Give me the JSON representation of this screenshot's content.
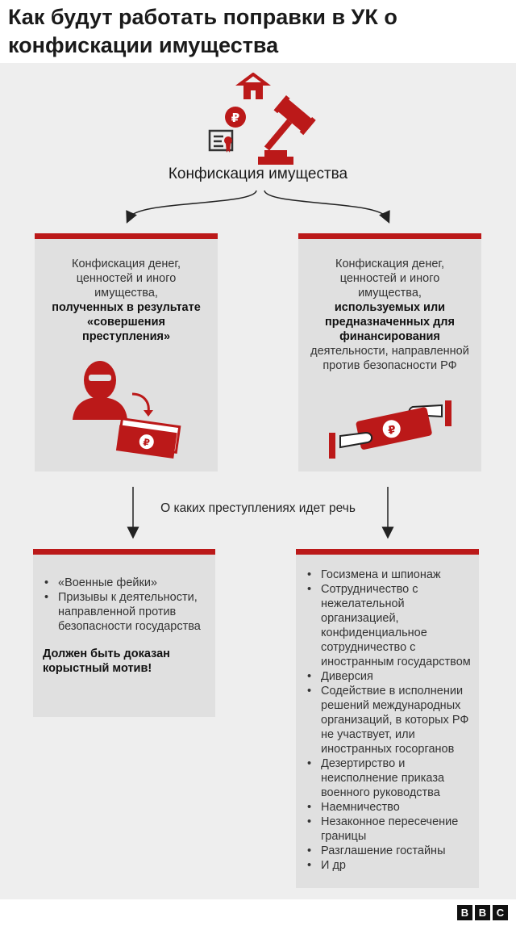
{
  "title": "Как будут работать поправки в УК о конфискации имущества",
  "center_label": "Конфискация имущества",
  "left_box": {
    "text_before": "Конфискация денег, ценностей и иного имущества,",
    "text_bold": "полученных в результате «совершения преступления»"
  },
  "right_box": {
    "text_before": "Конфискация денег, ценностей и иного имущества,",
    "text_bold": "используемых или предназначенных для финансирования",
    "text_after": "деятельности, направленной против безопасности РФ"
  },
  "mid_label": "О каких преступлениях идет речь",
  "left_list": {
    "items": [
      "«Военные фейки»",
      "Призывы к деятельности, направленной против безопасности государства"
    ],
    "note": "Должен быть доказан корыстный мотив!"
  },
  "right_list": {
    "items": [
      "Госизмена и шпионаж",
      "Сотрудничество с нежелательной организацией, конфиденциальное сотрудничество с иностранным государством",
      "Диверсия",
      "Содействие в исполнении решений международных организаций, в которых РФ не участвует, или иностранных госорганов",
      "Дезертирство и неисполнение приказа военного руководства",
      "Наемничество",
      "Незаконное пересечение границы",
      "Разглашение гостайны",
      "И др"
    ]
  },
  "brand": [
    "B",
    "B",
    "C"
  ],
  "colors": {
    "accent": "#bb1919",
    "panel": "#eeeeee",
    "box": "#e0e0e0"
  },
  "icons": [
    "house-icon",
    "ruble-coin-icon",
    "gavel-icon",
    "document-icon",
    "masked-person-icon",
    "money-icon",
    "hands-exchange-icon"
  ]
}
